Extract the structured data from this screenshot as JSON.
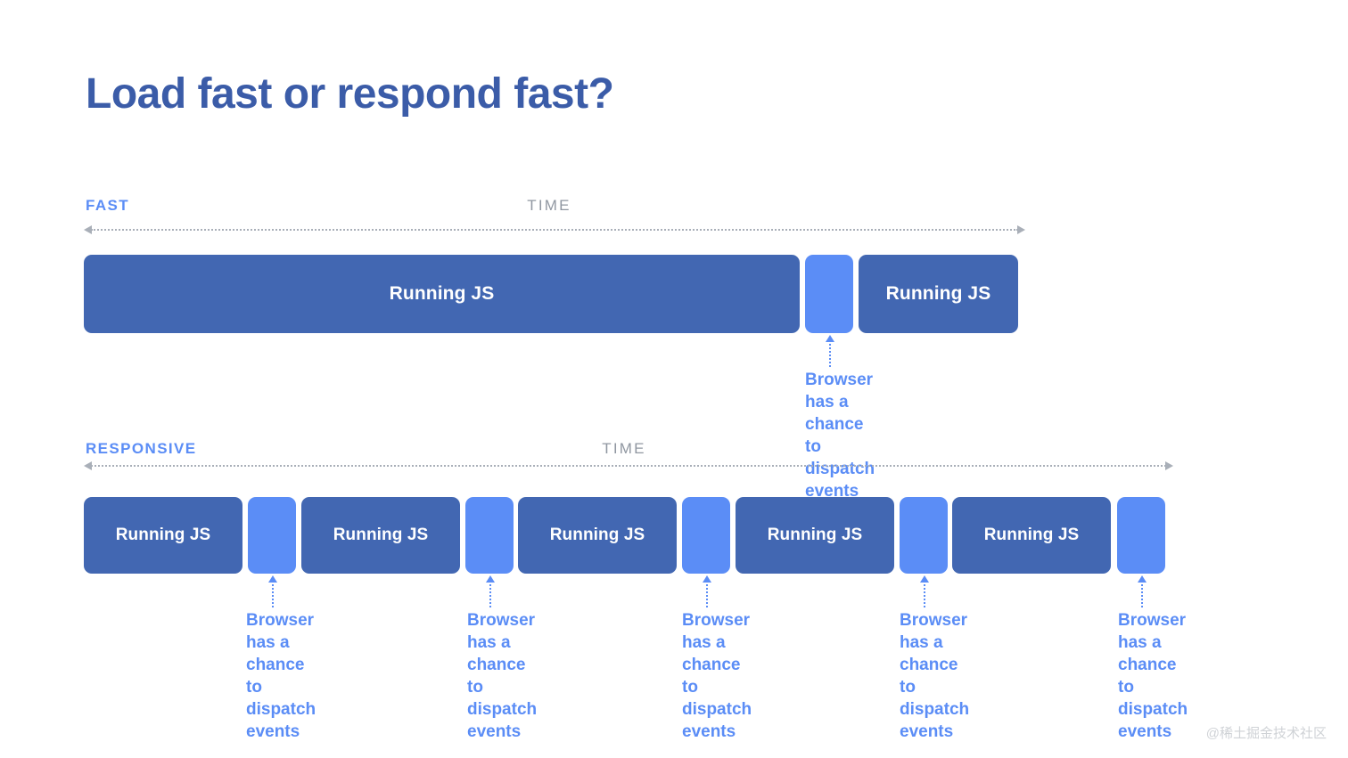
{
  "slide": {
    "title": "Load fast or respond fast?",
    "watermark": "@稀土掘金技术社区",
    "colors": {
      "title": "#3B5CA8",
      "running_js_block": "#4267B2",
      "gap_block": "#5B8DF6",
      "accent_blue": "#5B8DF6",
      "axis_gray": "#A9AFB8",
      "time_label_gray": "#9097A1",
      "background": "#FFFFFF"
    }
  },
  "sections": [
    {
      "id": "fast",
      "label": "FAST",
      "axis_label": "TIME",
      "blocks": [
        {
          "type": "running-js",
          "label": "Running JS"
        },
        {
          "type": "gap",
          "label": ""
        },
        {
          "type": "running-js",
          "label": "Running JS"
        }
      ],
      "callouts": [
        {
          "text": "Browser has a\nchance to\ndispatch events"
        }
      ]
    },
    {
      "id": "responsive",
      "label": "RESPONSIVE",
      "axis_label": "TIME",
      "blocks": [
        {
          "type": "running-js",
          "label": "Running JS"
        },
        {
          "type": "gap",
          "label": ""
        },
        {
          "type": "running-js",
          "label": "Running JS"
        },
        {
          "type": "gap",
          "label": ""
        },
        {
          "type": "running-js",
          "label": "Running JS"
        },
        {
          "type": "gap",
          "label": ""
        },
        {
          "type": "running-js",
          "label": "Running JS"
        },
        {
          "type": "gap",
          "label": ""
        },
        {
          "type": "running-js",
          "label": "Running JS"
        },
        {
          "type": "gap",
          "label": ""
        }
      ],
      "callouts": [
        {
          "text": "Browser has a\nchance to\ndispatch events"
        },
        {
          "text": "Browser has a\nchance to\ndispatch events"
        },
        {
          "text": "Browser has a\nchance to\ndispatch events"
        },
        {
          "text": "Browser has a\nchance to\ndispatch events"
        },
        {
          "text": "Browser has a\nchance to\ndispatch events"
        }
      ]
    }
  ]
}
